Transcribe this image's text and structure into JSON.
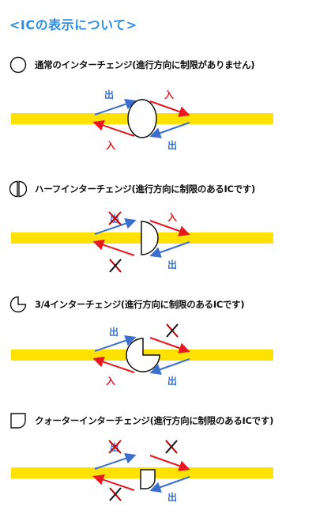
{
  "page": {
    "title": "<ICの表示について>"
  },
  "legend": {
    "enter_label": "入",
    "exit_label": "出"
  },
  "colors": {
    "title": "#2f8fe6",
    "road": "#ffe100",
    "enter_arrow": "#e8181f",
    "exit_arrow": "#3a6fd0",
    "cross_mark": "#cc0000"
  },
  "sections": [
    {
      "title": "通常のインターチェンジ(進行方向に制限がありません)",
      "icon": "full-circle-icon",
      "ic_shape": "full",
      "entry_east": true,
      "exit_east": true,
      "entry_west": true,
      "exit_west": true
    },
    {
      "title": "ハーフインターチェンジ(進行方向に制限のあるICです)",
      "icon": "half-circle-icon",
      "ic_shape": "half",
      "entry_east": true,
      "exit_east": false,
      "entry_west": false,
      "exit_west": true
    },
    {
      "title": "3/4インターチェンジ(進行方向に制限のあるICです)",
      "icon": "three-quarter-circle-icon",
      "ic_shape": "three-quarter",
      "entry_east": false,
      "exit_east": true,
      "entry_west": true,
      "exit_west": true
    },
    {
      "title": "クォーターインターチェンジ(進行方向に制限のあるICです)",
      "icon": "quarter-circle-icon",
      "ic_shape": "quarter",
      "entry_east": false,
      "exit_east": false,
      "entry_west": false,
      "exit_west": true
    }
  ]
}
